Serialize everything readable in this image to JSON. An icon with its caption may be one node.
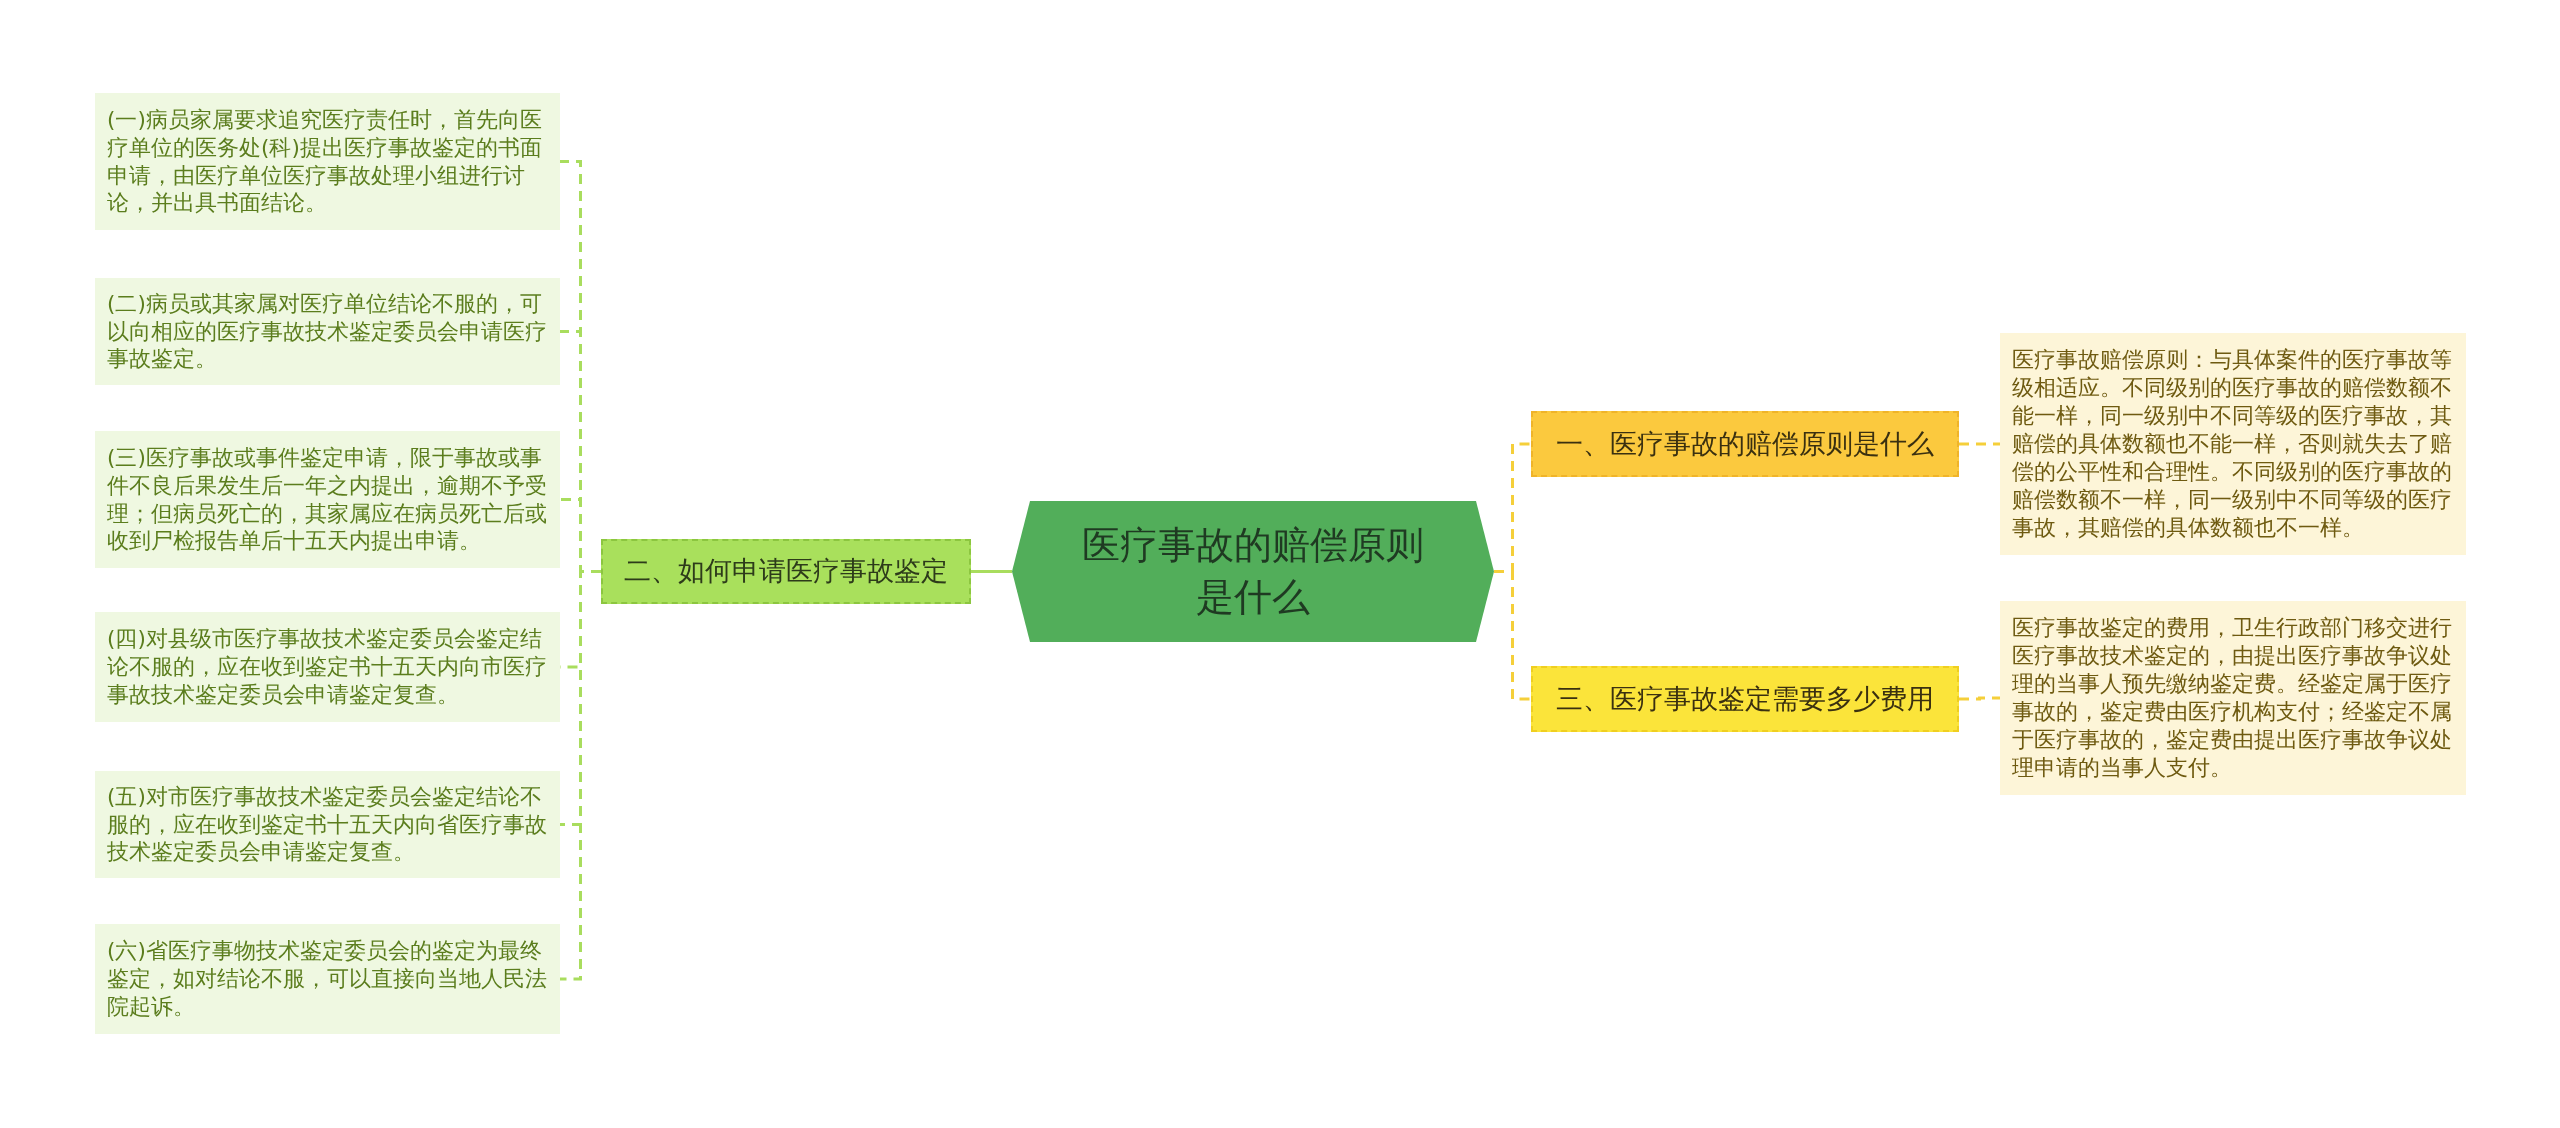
{
  "diagram": {
    "nodes": [
      {
        "text": [
          "医疗事故的赔偿原则是什么"
        ]
      },
      {
        "text": [
          "二、如何申请医疗事故鉴定"
        ]
      },
      {
        "text": [
          "(一)病员家属要求追究医疗责任时，首先向医疗单位的医务处(科)提出医疗事故鉴定的书面申请，由医疗单位医疗事故处理小组进行讨论，并出具书面结论。"
        ]
      },
      {
        "text": [
          "(二)病员或其家属对医疗单位结论不服的，可以向相应的医疗事故技术鉴定委员会申请医疗事故鉴定。"
        ]
      },
      {
        "text": [
          "(三)医疗事故或事件鉴定申请，限于事故或事件不良后果发生后一年之内提出，逾期不予受理；但病员死亡的，其家属应在病员死亡后或收到尸检报告单后十五天内提出申请。"
        ]
      },
      {
        "text": [
          "(四)对县级市医疗事故技术鉴定委员会鉴定结论不服的，应在收到鉴定书十五天内向市医疗事故技术鉴定委员会申请鉴定复查。"
        ]
      },
      {
        "text": [
          "(五)对市医疗事故技术鉴定委员会鉴定结论不服的，应在收到鉴定书十五天内向省医疗事故技术鉴定委员会申请鉴定复查。"
        ]
      },
      {
        "text": [
          "(六)省医疗事物技术鉴定委员会的鉴定为最终鉴定，如对结论不服，可以直接向当地人民法院起诉。"
        ]
      },
      {
        "text": [
          "一、医疗事故的赔偿原则是什么"
        ]
      },
      {
        "text": [
          "医疗事故赔偿原则：与具体案件的医疗事故等级相适应。不同级别的医疗事故的赔偿数额不能一样，同一级别中不同等级的医疗事故，其赔偿的具体数额也不能一样，否则就失去了赔偿的公平性和合理性。不同级别的医疗事故的赔偿数额不一样，同一级别中不同等级的医疗事故，其赔偿的具体数额也不一样。"
        ]
      },
      {
        "text": [
          "三、医疗事故鉴定需要多少费用"
        ]
      },
      {
        "text": [
          "医疗事故鉴定的费用，卫生行政部门移交进行医疗事故技术鉴定的，由提出医疗事故争议处理的当事人预先缴纳鉴定费。经鉴定属于医疗事故的，鉴定费由医疗机构支付；经鉴定不属于医疗事故的，鉴定费由提出医疗事故争议处理申请的当事人支付。"
        ]
      }
    ],
    "edges": [
      {
        "from": 0,
        "to": 1,
        "arrow": "none"
      },
      {
        "from": 1,
        "to": 2,
        "arrow": "none",
        "style": "dashed"
      },
      {
        "from": 1,
        "to": 3,
        "arrow": "none",
        "style": "dashed"
      },
      {
        "from": 1,
        "to": 4,
        "arrow": "none",
        "style": "dashed"
      },
      {
        "from": 1,
        "to": 5,
        "arrow": "none",
        "style": "dashed"
      },
      {
        "from": 1,
        "to": 6,
        "arrow": "none",
        "style": "dashed"
      },
      {
        "from": 1,
        "to": 7,
        "arrow": "none",
        "style": "dashed"
      },
      {
        "from": 0,
        "to": 8,
        "arrow": "none",
        "style": "dashed",
        "color": "#f5cf3a"
      },
      {
        "from": 0,
        "to": 10,
        "arrow": "none",
        "style": "dashed",
        "color": "#f5cf3a"
      },
      {
        "from": 8,
        "to": 9,
        "arrow": "none",
        "style": "dashed",
        "color": "#f5cf3a"
      },
      {
        "from": 10,
        "to": 11,
        "arrow": "none",
        "style": "dashed",
        "color": "#f5cf3a"
      }
    ]
  }
}
